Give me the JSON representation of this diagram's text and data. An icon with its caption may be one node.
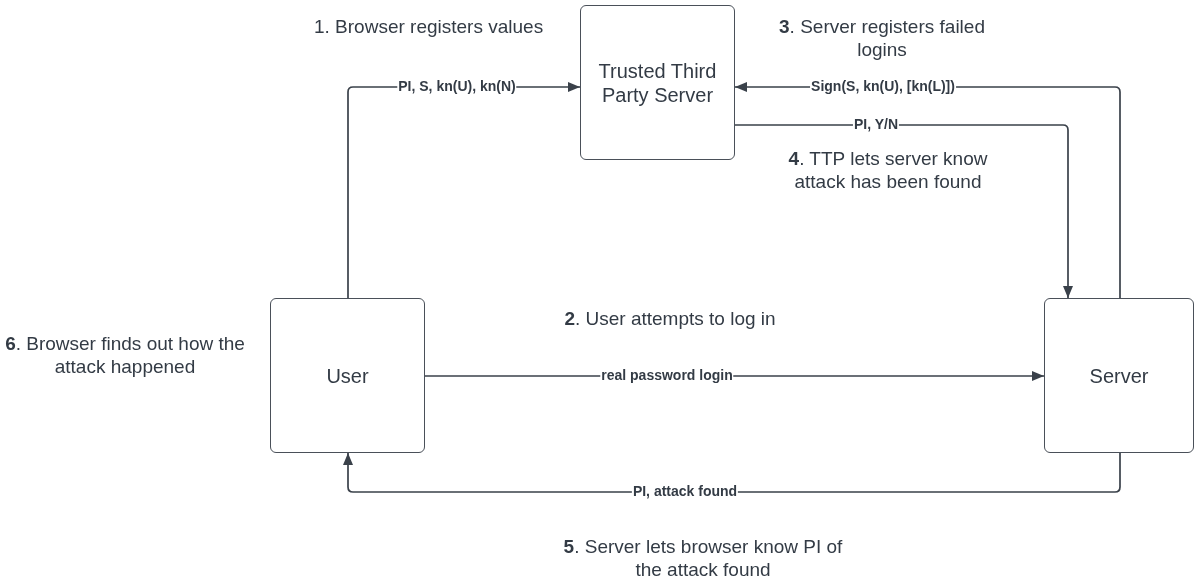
{
  "diagram": {
    "nodes": [
      {
        "text": [
          "Trusted Third Party Server"
        ]
      },
      {
        "text": [
          "User"
        ]
      },
      {
        "text": [
          "Server"
        ]
      }
    ],
    "edges": [
      {
        "from": 1,
        "to": 0,
        "arrow": "to",
        "label": "PI, S, kn(U), kn(N)"
      },
      {
        "from": 2,
        "to": 0,
        "arrow": "to",
        "label": "Sign(S, kn(U), [kn(L)])"
      },
      {
        "from": 0,
        "to": 2,
        "arrow": "to",
        "label": "PI, Y/N"
      },
      {
        "from": 1,
        "to": 2,
        "arrow": "to",
        "label": "real password login"
      },
      {
        "from": 2,
        "to": 1,
        "arrow": "to",
        "label": "PI, attack found"
      }
    ],
    "labels": [
      "1. Browser registers values",
      "**3**. Server registers failed logins",
      "**4**. TTP lets server know attack has been found",
      "**2**. User attempts to log in",
      "**6**. Browser finds out how the attack happened",
      "**5**. Server lets browser know PI of the attack found"
    ]
  }
}
